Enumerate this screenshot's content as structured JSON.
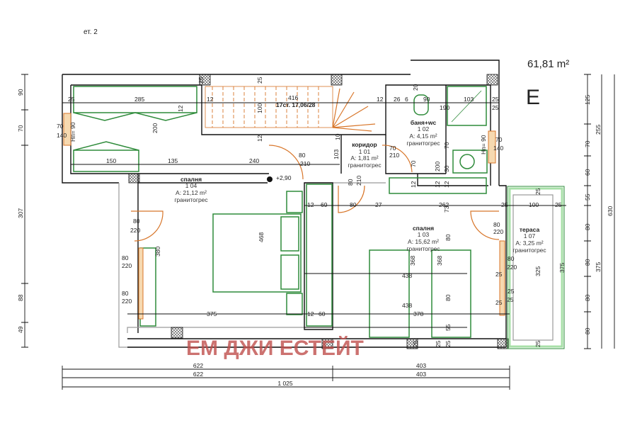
{
  "header": {
    "floor_label": "ет. 2",
    "total_area": "61,81 m²",
    "unit_letter": "E"
  },
  "watermark": "ЕМ ДЖИ ЕСТЕЙТ",
  "colors": {
    "walls": "#111111",
    "furniture": "#2e8b3a",
    "doors_windows": "#d8762a",
    "watermark": "#c0504d"
  },
  "stairs": {
    "length": "416",
    "spec": "17ст. 17,06/28"
  },
  "rooms": [
    {
      "name": "спалня",
      "number": "1 04",
      "area": "A: 21,12 m²",
      "floor": "гранитогрес"
    },
    {
      "name": "коридор",
      "number": "1 01",
      "area": "A: 1,81 m²",
      "floor": "гранитогрес"
    },
    {
      "name": "баня+wc",
      "number": "1 02",
      "area": "A: 4,15 m²",
      "floor": "гранитогрес"
    },
    {
      "name": "спалня",
      "number": "1 03",
      "area": "A: 15,62 m²",
      "floor": "гранитогрес"
    },
    {
      "name": "тераса",
      "number": "1 07",
      "area": "A: 3,25 m²",
      "floor": "гранитогрес"
    }
  ],
  "level_mark": "+2,90",
  "dims_left": [
    "90",
    "70",
    "307",
    "88",
    "49"
  ],
  "dims_right_1": [
    "125",
    "70",
    "60",
    "55",
    "80",
    "80",
    "80",
    "80"
  ],
  "dims_right_2": [
    "255",
    "375"
  ],
  "dims_right_3": "630",
  "dims_bottom": [
    "622",
    "403",
    "622",
    "403",
    "1 025"
  ],
  "dims_inner": [
    "25",
    "285",
    "12",
    "200",
    "70",
    "140",
    "Нп= 90",
    "150",
    "135",
    "240",
    "12",
    "25",
    "25",
    "100",
    "12",
    "12",
    "26",
    "6",
    "90",
    "103",
    "25",
    "25",
    "190",
    "20",
    "80",
    "210",
    "103",
    "10",
    "80",
    "210",
    "70",
    "210",
    "70",
    "200",
    "70",
    "30",
    "12",
    "12",
    "12",
    "73",
    "12",
    "69",
    "80",
    "27",
    "262",
    "25",
    "100",
    "25",
    "80",
    "220",
    "80",
    "220",
    "80",
    "220",
    "368",
    "368",
    "438",
    "438",
    "378",
    "12",
    "60",
    "468",
    "380",
    "375",
    "80",
    "220",
    "80",
    "220",
    "25",
    "25",
    "325",
    "375",
    "25",
    "25",
    "25",
    "25",
    "25",
    "80",
    "80",
    "55",
    "70",
    "140",
    "Нп= 90",
    "25",
    "25"
  ]
}
